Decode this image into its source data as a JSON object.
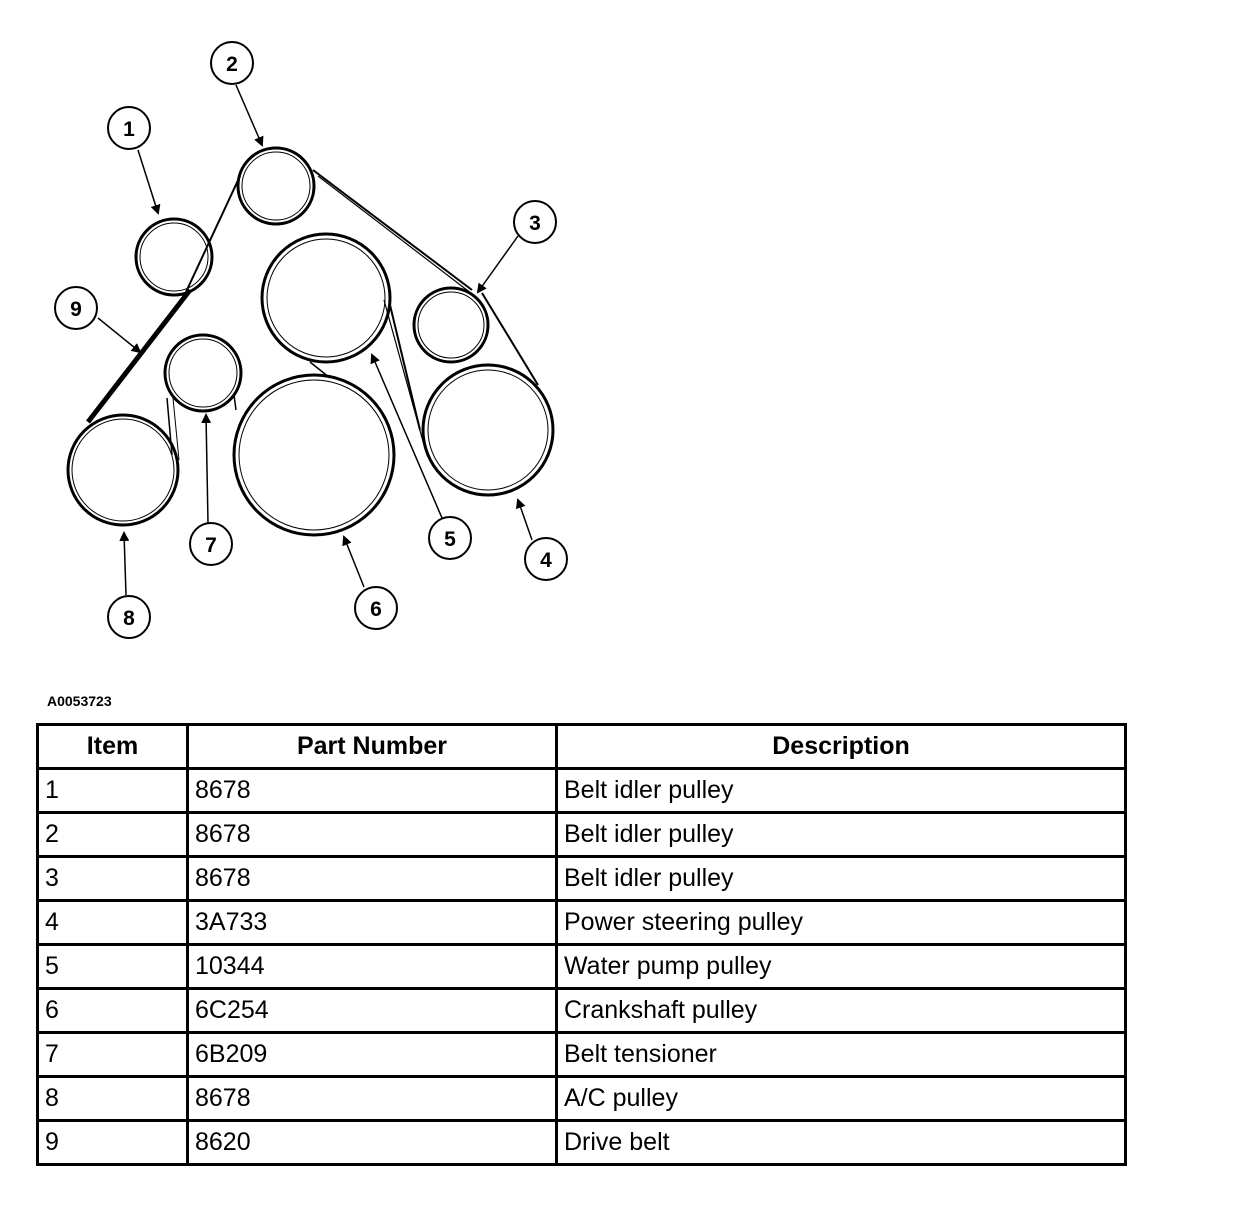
{
  "figure": {
    "id": "A0053723",
    "callouts": [
      "1",
      "2",
      "3",
      "4",
      "5",
      "6",
      "7",
      "8",
      "9"
    ]
  },
  "table": {
    "headers": [
      "Item",
      "Part Number",
      "Description"
    ],
    "rows": [
      [
        "1",
        "8678",
        "Belt idler pulley"
      ],
      [
        "2",
        "8678",
        "Belt idler pulley"
      ],
      [
        "3",
        "8678",
        "Belt idler pulley"
      ],
      [
        "4",
        "3A733",
        "Power steering pulley"
      ],
      [
        "5",
        "10344",
        "Water pump pulley"
      ],
      [
        "6",
        "6C254",
        "Crankshaft pulley"
      ],
      [
        "7",
        "6B209",
        "Belt tensioner"
      ],
      [
        "8",
        "8678",
        "A/C pulley"
      ],
      [
        "9",
        "8620",
        "Drive belt"
      ]
    ]
  }
}
